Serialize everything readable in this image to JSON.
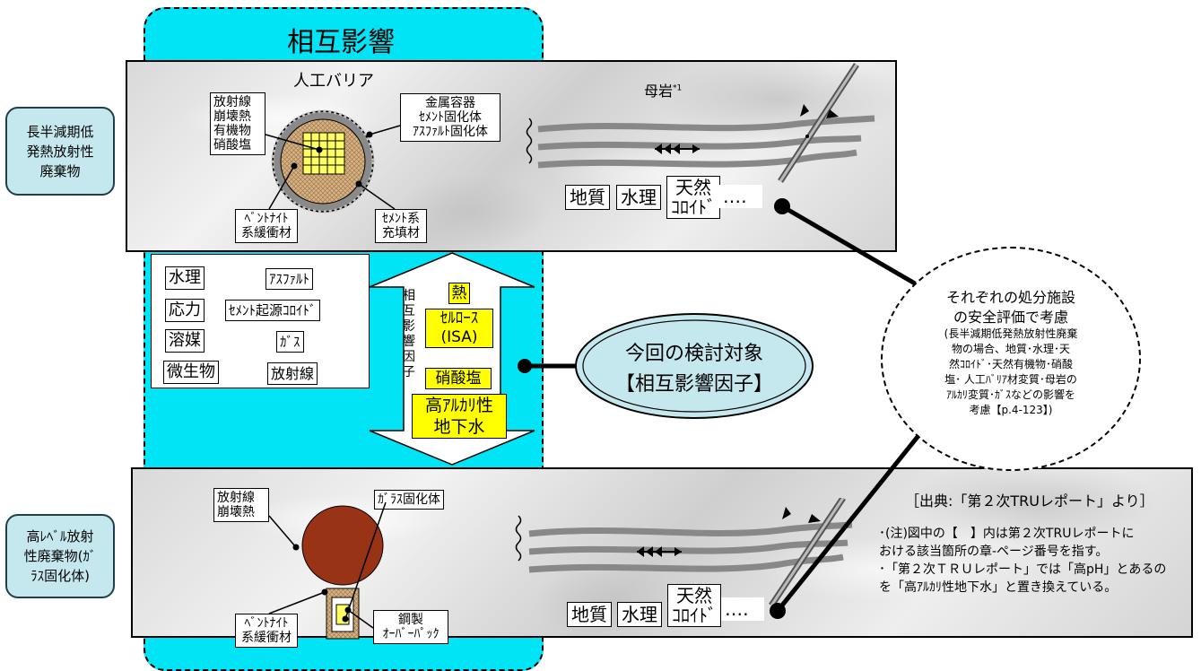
{
  "header": {
    "title": "相互影響"
  },
  "side_labels": {
    "tru": [
      "長半減期低",
      "発熱放射性",
      "廃棄物"
    ],
    "hlw": [
      "高ﾚﾍﾞﾙ放射",
      "性廃棄物(ｶﾞ",
      "ﾗｽ固化体)"
    ]
  },
  "top_panel": {
    "ebs_label": "人工バリア",
    "host_rock_label": "母岩",
    "host_rock_note": "*1",
    "waste_props": [
      "放射線",
      "崩壊熱",
      "有機物",
      "硝酸塩"
    ],
    "containers": [
      "金属容器",
      "ｾﾒﾝﾄ固化体",
      "ｱｽﾌｧﾙﾄ固化体"
    ],
    "buffer": [
      "ﾍﾞﾝﾄﾅｲﾄ",
      "系緩衝材"
    ],
    "backfill": [
      "ｾﾒﾝﾄ系",
      "充填材"
    ],
    "tags": {
      "geology": "地質",
      "hydro": "水理",
      "colloid_1": "天然",
      "colloid_2": "ｺﾛｲﾄﾞ",
      "dots": "‥‥"
    }
  },
  "middle": {
    "factors_left": [
      "水理",
      "ｱｽﾌｧﾙﾄ",
      "応力",
      "ｾﾒﾝﾄ起源ｺﾛｲﾄﾞ",
      "溶媒",
      "ｶﾞｽ",
      "微生物",
      "放射線"
    ],
    "arrow_label": "相互影響因子",
    "yellow": {
      "heat": "熱",
      "cellulose_1": "ｾﾙﾛｰｽ",
      "cellulose_2": "(ISA)",
      "nitrate": "硝酸塩",
      "alkaline_1": "高ｱﾙｶﾘ性",
      "alkaline_2": "地下水"
    },
    "target_1": "今回の検討対象",
    "target_2": "【相互影響因子】"
  },
  "bottom_panel": {
    "waste_props": [
      "放射線",
      "崩壊熱"
    ],
    "glass": "ｶﾞﾗｽ固化体",
    "buffer": [
      "ﾍﾞﾝﾄﾅｲﾄ",
      "系緩衝材"
    ],
    "overpack": [
      "鋼製",
      "ｵｰﾊﾞｰﾊﾟｯｸ"
    ],
    "tags": {
      "geology": "地質",
      "hydro": "水理",
      "colloid_1": "天然",
      "colloid_2": "ｺﾛｲﾄﾞ",
      "dots": "‥‥"
    }
  },
  "callout": {
    "lines": [
      "それぞれの処分施設",
      "の安全評価で考慮"
    ],
    "small": [
      "(長半減期低発熱放射性廃棄",
      "物の場合、地質･水理･天",
      "然ｺﾛｲﾄﾞ･天然有機物･硝酸",
      "塩･ 人工ﾊﾞﾘｱ材変質･母岩の",
      "ｱﾙｶﾘ変質･ｶﾞｽなどの影響を",
      "考慮【p.4-123】)"
    ]
  },
  "notes": {
    "source": "［出典:「第２次TRUレポート」より］",
    "lines": [
      "･(注)図中の【　】内は第２次TRUレポートに",
      "おける該当箇所の章-ページ番号を指す。",
      "･「第２次ＴＲＵレポート」では「高pH」とあるの",
      "を「高ｱﾙｶﾘ性地下水」と置き換えている。"
    ]
  }
}
